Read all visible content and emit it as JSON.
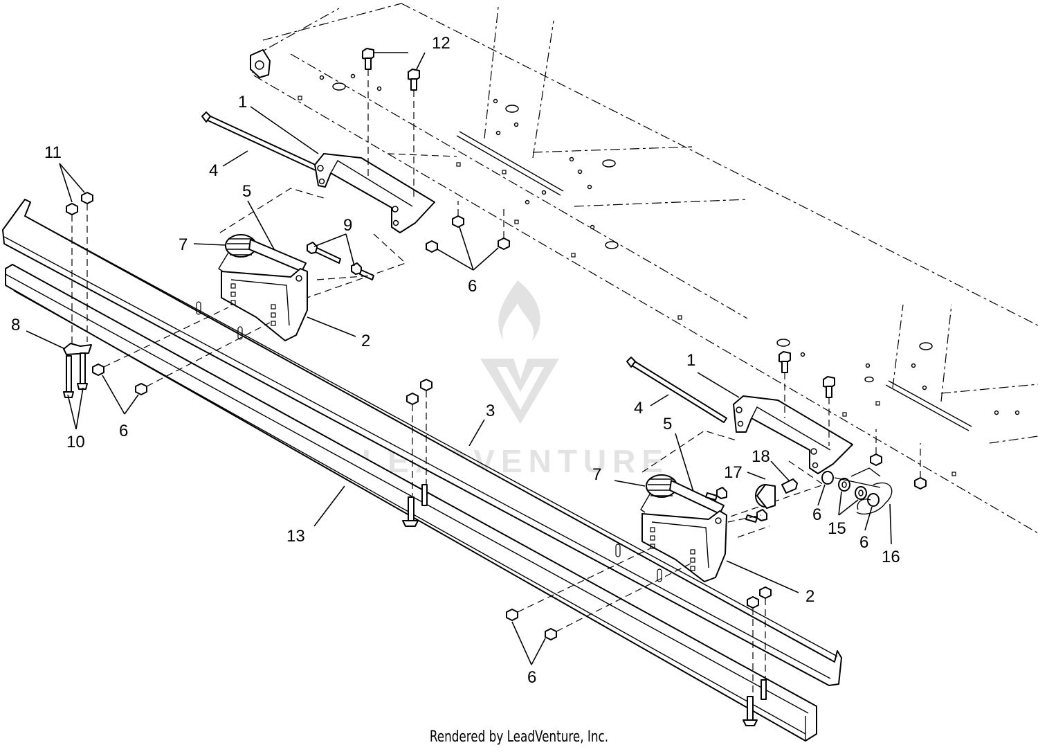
{
  "footer": "Rendered by LeadVenture, Inc.",
  "watermark": "LEADVENTURE",
  "callouts": [
    "1",
    "1",
    "2",
    "2",
    "3",
    "4",
    "4",
    "5",
    "5",
    "6",
    "6",
    "6",
    "6",
    "6",
    "6",
    "7",
    "7",
    "8",
    "9",
    "10",
    "11",
    "12",
    "13",
    "15",
    "16",
    "17",
    "18"
  ]
}
